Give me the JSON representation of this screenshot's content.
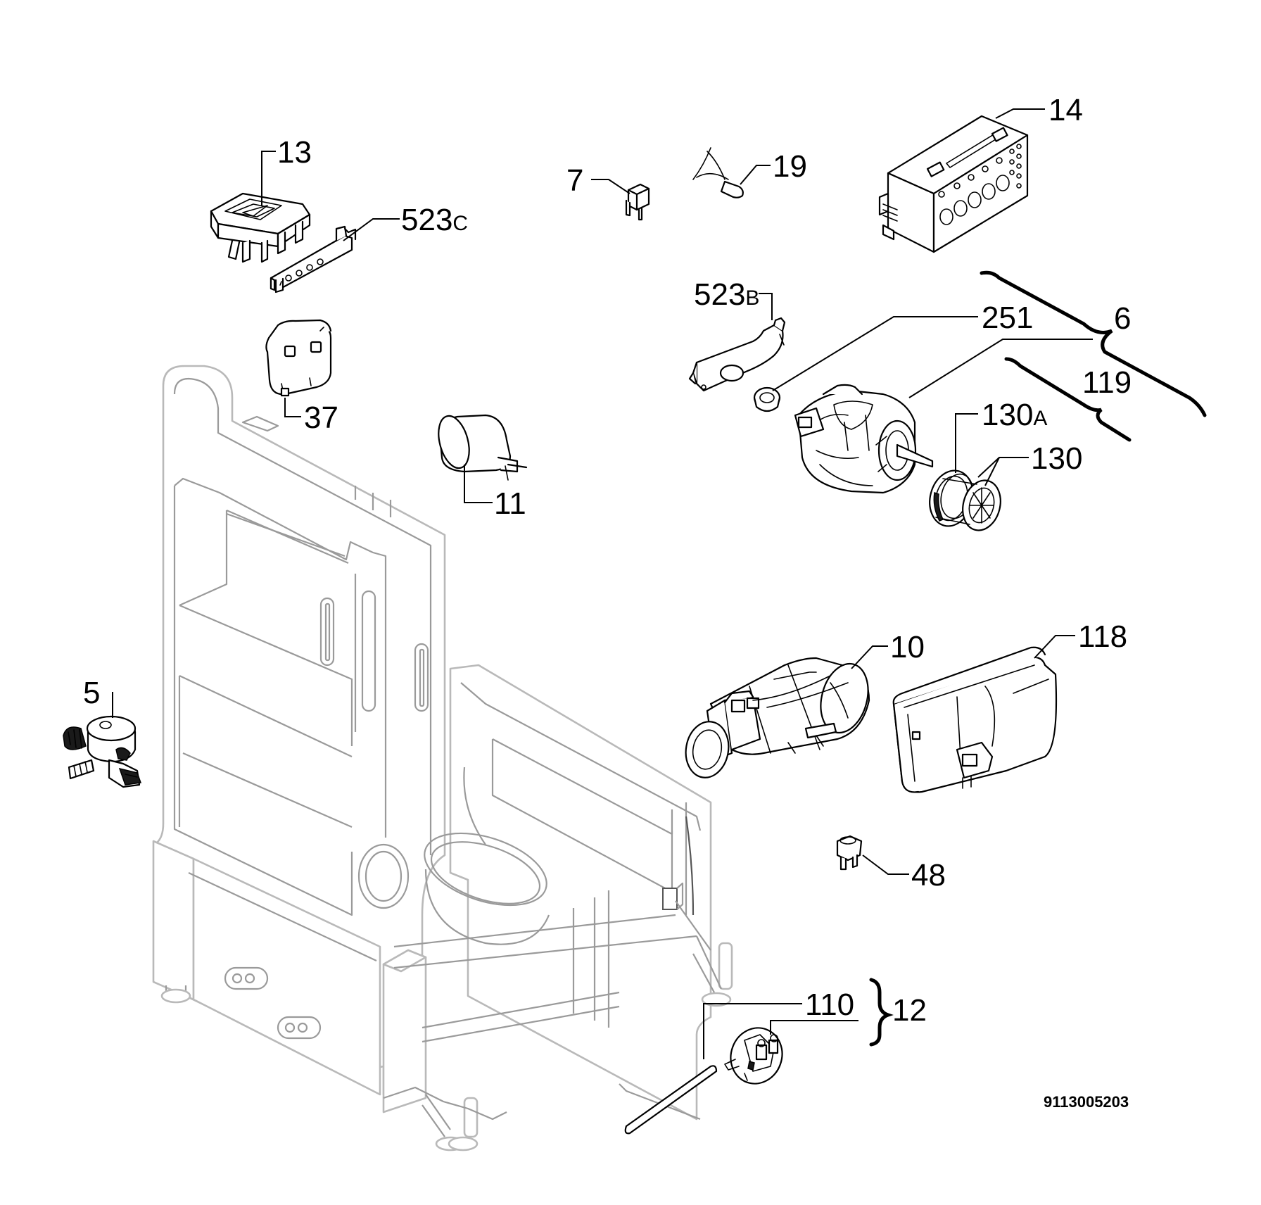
{
  "drawing_number": "9113005203",
  "labels": {
    "p5": "5",
    "p6": "6",
    "p7": "7",
    "p10": "10",
    "p11": "11",
    "p12": "12",
    "p13": "13",
    "p14": "14",
    "p19": "19",
    "p37": "37",
    "p48": "48",
    "p110": "110",
    "p118": "118",
    "p119": "119",
    "p130": "130",
    "p130a_num": "130",
    "p130a_suffix": "A",
    "p251": "251",
    "p523b_num": "523",
    "p523b_suffix": "B",
    "p523c_num": "523",
    "p523c_suffix": "C"
  }
}
